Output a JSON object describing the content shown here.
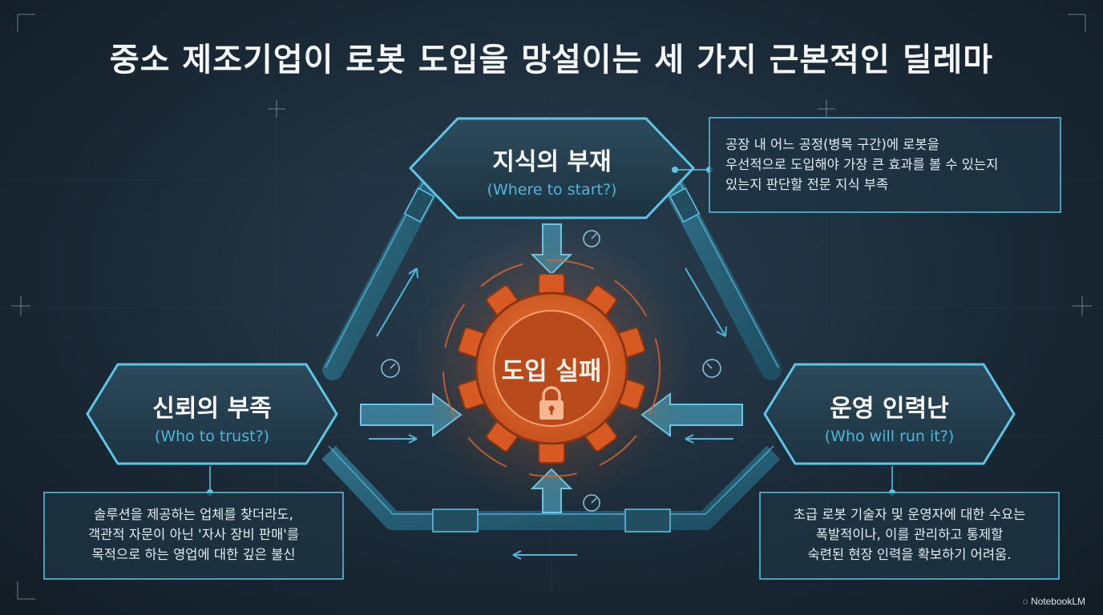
{
  "title": "중소 제조기업이 로봇 도입을 망설이는 세 가지 근본적인 딜레마",
  "center": {
    "label": "도입 실패",
    "icon": "lock-icon"
  },
  "nodes": {
    "top": {
      "title": "지식의 부재",
      "subtitle": "(Where to start?)"
    },
    "left": {
      "title": "신뢰의 부족",
      "subtitle": "(Who to trust?)"
    },
    "right": {
      "title": "운영 인력난",
      "subtitle": "(Who will run it?)"
    }
  },
  "descriptions": {
    "top": [
      "공장 내 어느 공정(병목 구간)에 로봇을",
      "우선적으로 도입해야 가장 큰 효과를 볼 수 있는지",
      "있는지 판단할 전문 지식 부족"
    ],
    "left": [
      "솔루션을 제공하는 업체를 찾더라도,",
      "객관적 자문이 아닌 '자사 장비 판매'를",
      "목적으로 하는 영업에 대한 깊은 불신"
    ],
    "right": [
      "초급 로봇 기술자 및 운영자에 대한 수요는",
      "폭발적이나, 이를 관리하고 통제할",
      "숙련된 현장 인력을 확보하기 어려움."
    ]
  },
  "footer": "NotebookLM",
  "colors": {
    "accent": "#4fb6d8",
    "gear": "#e0622a",
    "background": "#1b2a37"
  }
}
